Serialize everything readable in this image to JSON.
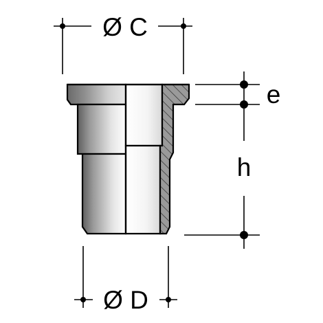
{
  "labels": {
    "outer_diameter": "Ø C",
    "inner_diameter": "Ø D",
    "head_thickness": "e",
    "height": "h"
  },
  "colors": {
    "outline": "#000000",
    "metal_light": "#f2f2f2",
    "metal_mid": "#b8b8b8",
    "metal_dark": "#6a6a6a",
    "section": "#9a9a9a",
    "background": "#ffffff"
  }
}
